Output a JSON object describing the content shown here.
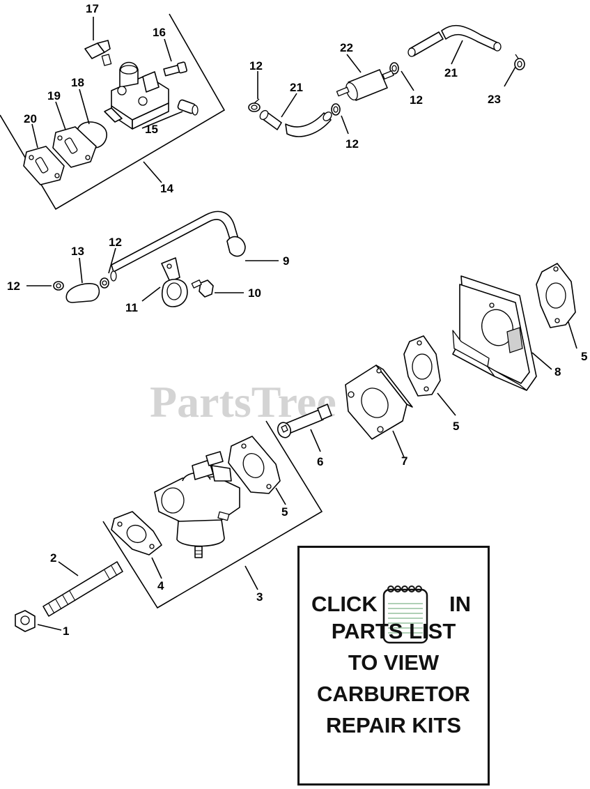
{
  "watermark": "PartsTree",
  "callouts": {
    "n1": "1",
    "n2": "2",
    "n3": "3",
    "n4": "4",
    "n5": "5",
    "n6": "6",
    "n7": "7",
    "n8": "8",
    "n9": "9",
    "n10": "10",
    "n11": "11",
    "n12": "12",
    "n13": "13",
    "n14": "14",
    "n15": "15",
    "n16": "16",
    "n17": "17",
    "n18": "18",
    "n19": "19",
    "n20": "20",
    "n21": "21",
    "n22": "22",
    "n23": "23"
  },
  "notice": {
    "click": "CLICK",
    "in": "IN",
    "line2": "PARTS LIST",
    "line3": "TO VIEW",
    "line4": "CARBURETOR",
    "line5": "REPAIR KITS",
    "icon": "notepad-icon"
  }
}
